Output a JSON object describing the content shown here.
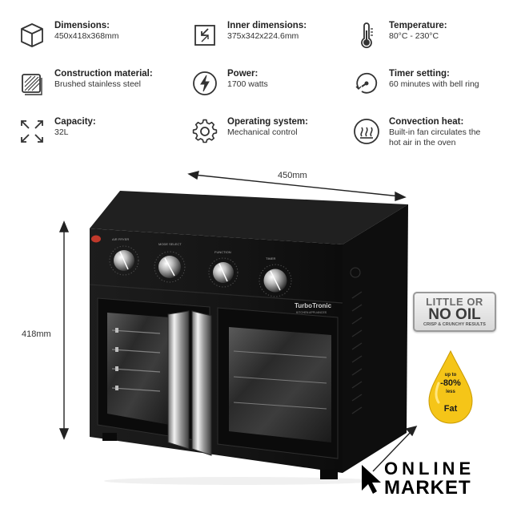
{
  "specs": [
    {
      "icon": "cube-icon",
      "label": "Dimensions:",
      "value": [
        "450x418x368mm"
      ]
    },
    {
      "icon": "inner-dimensions-icon",
      "label": "Inner dimensions:",
      "value": [
        "375x342x224.6mm"
      ]
    },
    {
      "icon": "thermometer-icon",
      "label": "Temperature:",
      "value": [
        "80°C - 230°C"
      ]
    },
    {
      "icon": "brushed-steel-icon",
      "label": "Construction material:",
      "value": [
        "Brushed stainless steel"
      ]
    },
    {
      "icon": "power-icon",
      "label": "Power:",
      "value": [
        "1700 watts"
      ]
    },
    {
      "icon": "timer-icon",
      "label": "Timer setting:",
      "value": [
        "60 minutes with bell ring"
      ]
    },
    {
      "icon": "expand-arrows-icon",
      "label": "Capacity:",
      "value": [
        "32L"
      ]
    },
    {
      "icon": "gear-icon",
      "label": "Operating system:",
      "value": [
        "Mechanical control"
      ]
    },
    {
      "icon": "heat-waves-icon",
      "label": "Convection heat:",
      "value": [
        "Built-in fan circulates the",
        "hot air in the oven"
      ]
    }
  ],
  "dimensions": {
    "width": "450mm",
    "height": "418mm"
  },
  "product": {
    "brand": "TurboTronic",
    "brand_sub": "KITCHEN APPLIANCES",
    "knob_labels": [
      "AIR FRYER",
      "MODE SELECT",
      "FUNCTION",
      "TIMER"
    ]
  },
  "badge_no_oil": {
    "line1": "LITTLE OR",
    "line2": "NO OIL",
    "line3": "CRISP & CRUNCHY RESULTS"
  },
  "badge_fat": {
    "line1": "up to",
    "line2": "-80%",
    "line3": "less",
    "line4": "Fat"
  },
  "logo": {
    "line1": "ONLINE",
    "line2": "MARKET"
  },
  "colors": {
    "oven_body": "#141414",
    "badge_yellow": "#f5c518",
    "text": "#222222"
  }
}
